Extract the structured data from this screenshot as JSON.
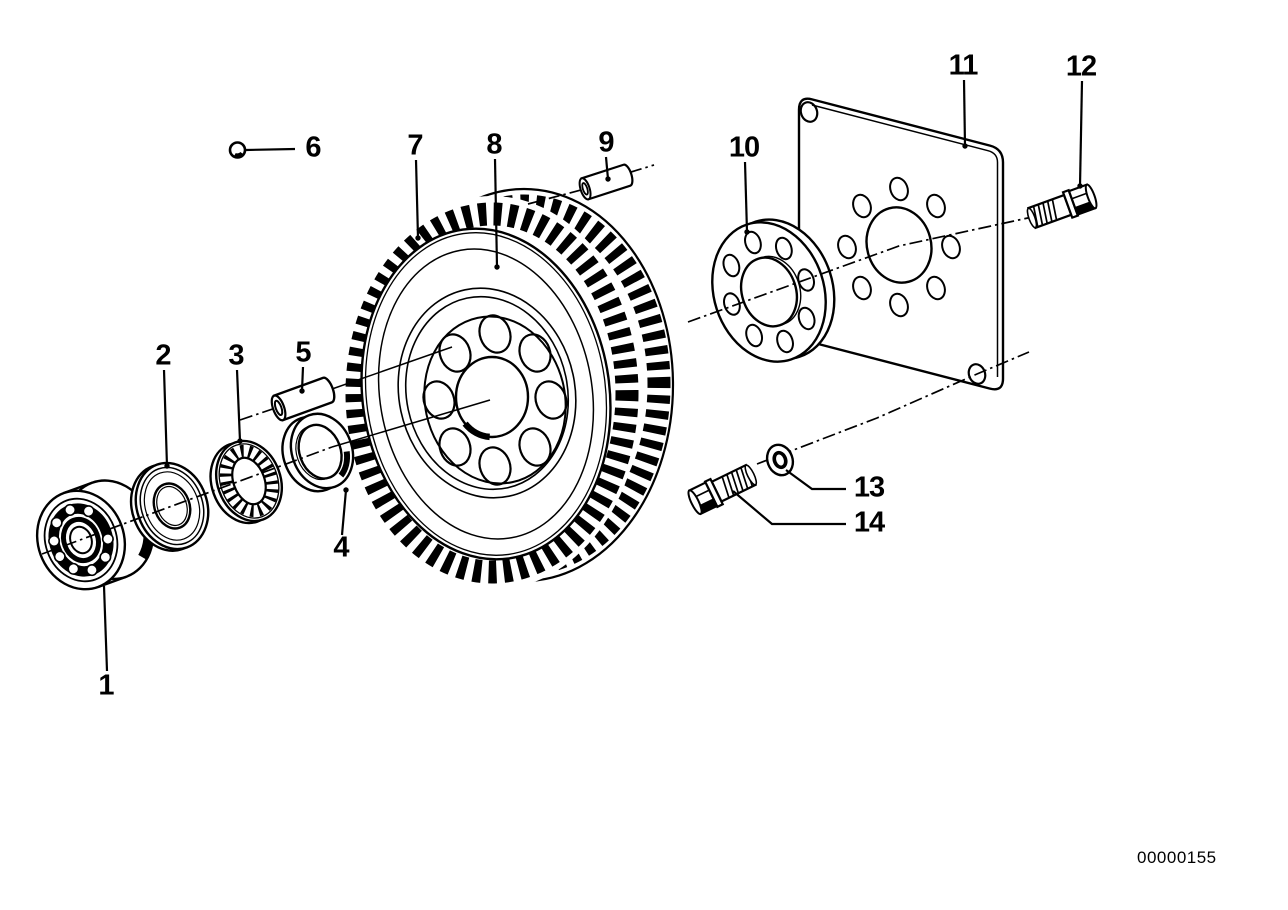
{
  "diagram": {
    "background_color": "#ffffff",
    "line_color": "#000000",
    "doc_number": "00000155",
    "callouts": [
      {
        "label": "1",
        "part": "grooved-ball-bearing"
      },
      {
        "label": "2",
        "part": "cover-ring"
      },
      {
        "label": "3",
        "part": "needle-bearing"
      },
      {
        "label": "4",
        "part": "bushing-ring"
      },
      {
        "label": "5",
        "part": "dowel-sleeve"
      },
      {
        "label": "6",
        "part": "ball"
      },
      {
        "label": "7",
        "part": "ring-gear"
      },
      {
        "label": "8",
        "part": "flywheel"
      },
      {
        "label": "9",
        "part": "dowel-pin"
      },
      {
        "label": "10",
        "part": "flange"
      },
      {
        "label": "11",
        "part": "cover-plate"
      },
      {
        "label": "12",
        "part": "hex-bolt"
      },
      {
        "label": "13",
        "part": "washer"
      },
      {
        "label": "14",
        "part": "hex-bolt"
      }
    ]
  }
}
